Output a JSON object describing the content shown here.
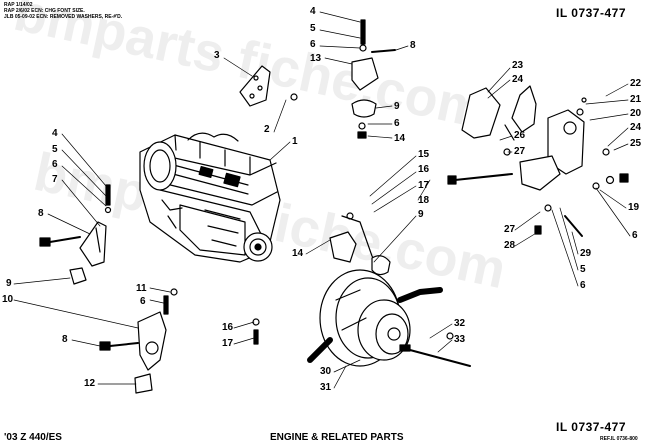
{
  "header": {
    "revision_lines": [
      "RAP 1/14/02",
      "RAP 2/6/02 ECN: CHG FONT SIZE.",
      "JLB 05-09-02 ECN: REMOVED WASHERS, RE-#'D."
    ],
    "illustration_id": "IL 0737-477"
  },
  "footer": {
    "model": "'03 Z 440/ES",
    "title": "ENGINE & RELATED PARTS",
    "illustration_id": "IL 0737-477",
    "reference": "REF.IL 0736-800"
  },
  "watermark": "bmparts fiche.com",
  "callouts": [
    "4",
    "5",
    "6",
    "13",
    "8",
    "3",
    "23",
    "24",
    "22",
    "21",
    "20",
    "24",
    "25",
    "9",
    "6",
    "14",
    "2",
    "1",
    "26",
    "27",
    "15",
    "16",
    "17",
    "18",
    "19",
    "6",
    "9",
    "4",
    "5",
    "6",
    "7",
    "8",
    "14",
    "27",
    "28",
    "29",
    "5",
    "6",
    "9",
    "11",
    "6",
    "10",
    "8",
    "16",
    "17",
    "32",
    "33",
    "30",
    "31",
    "12"
  ]
}
